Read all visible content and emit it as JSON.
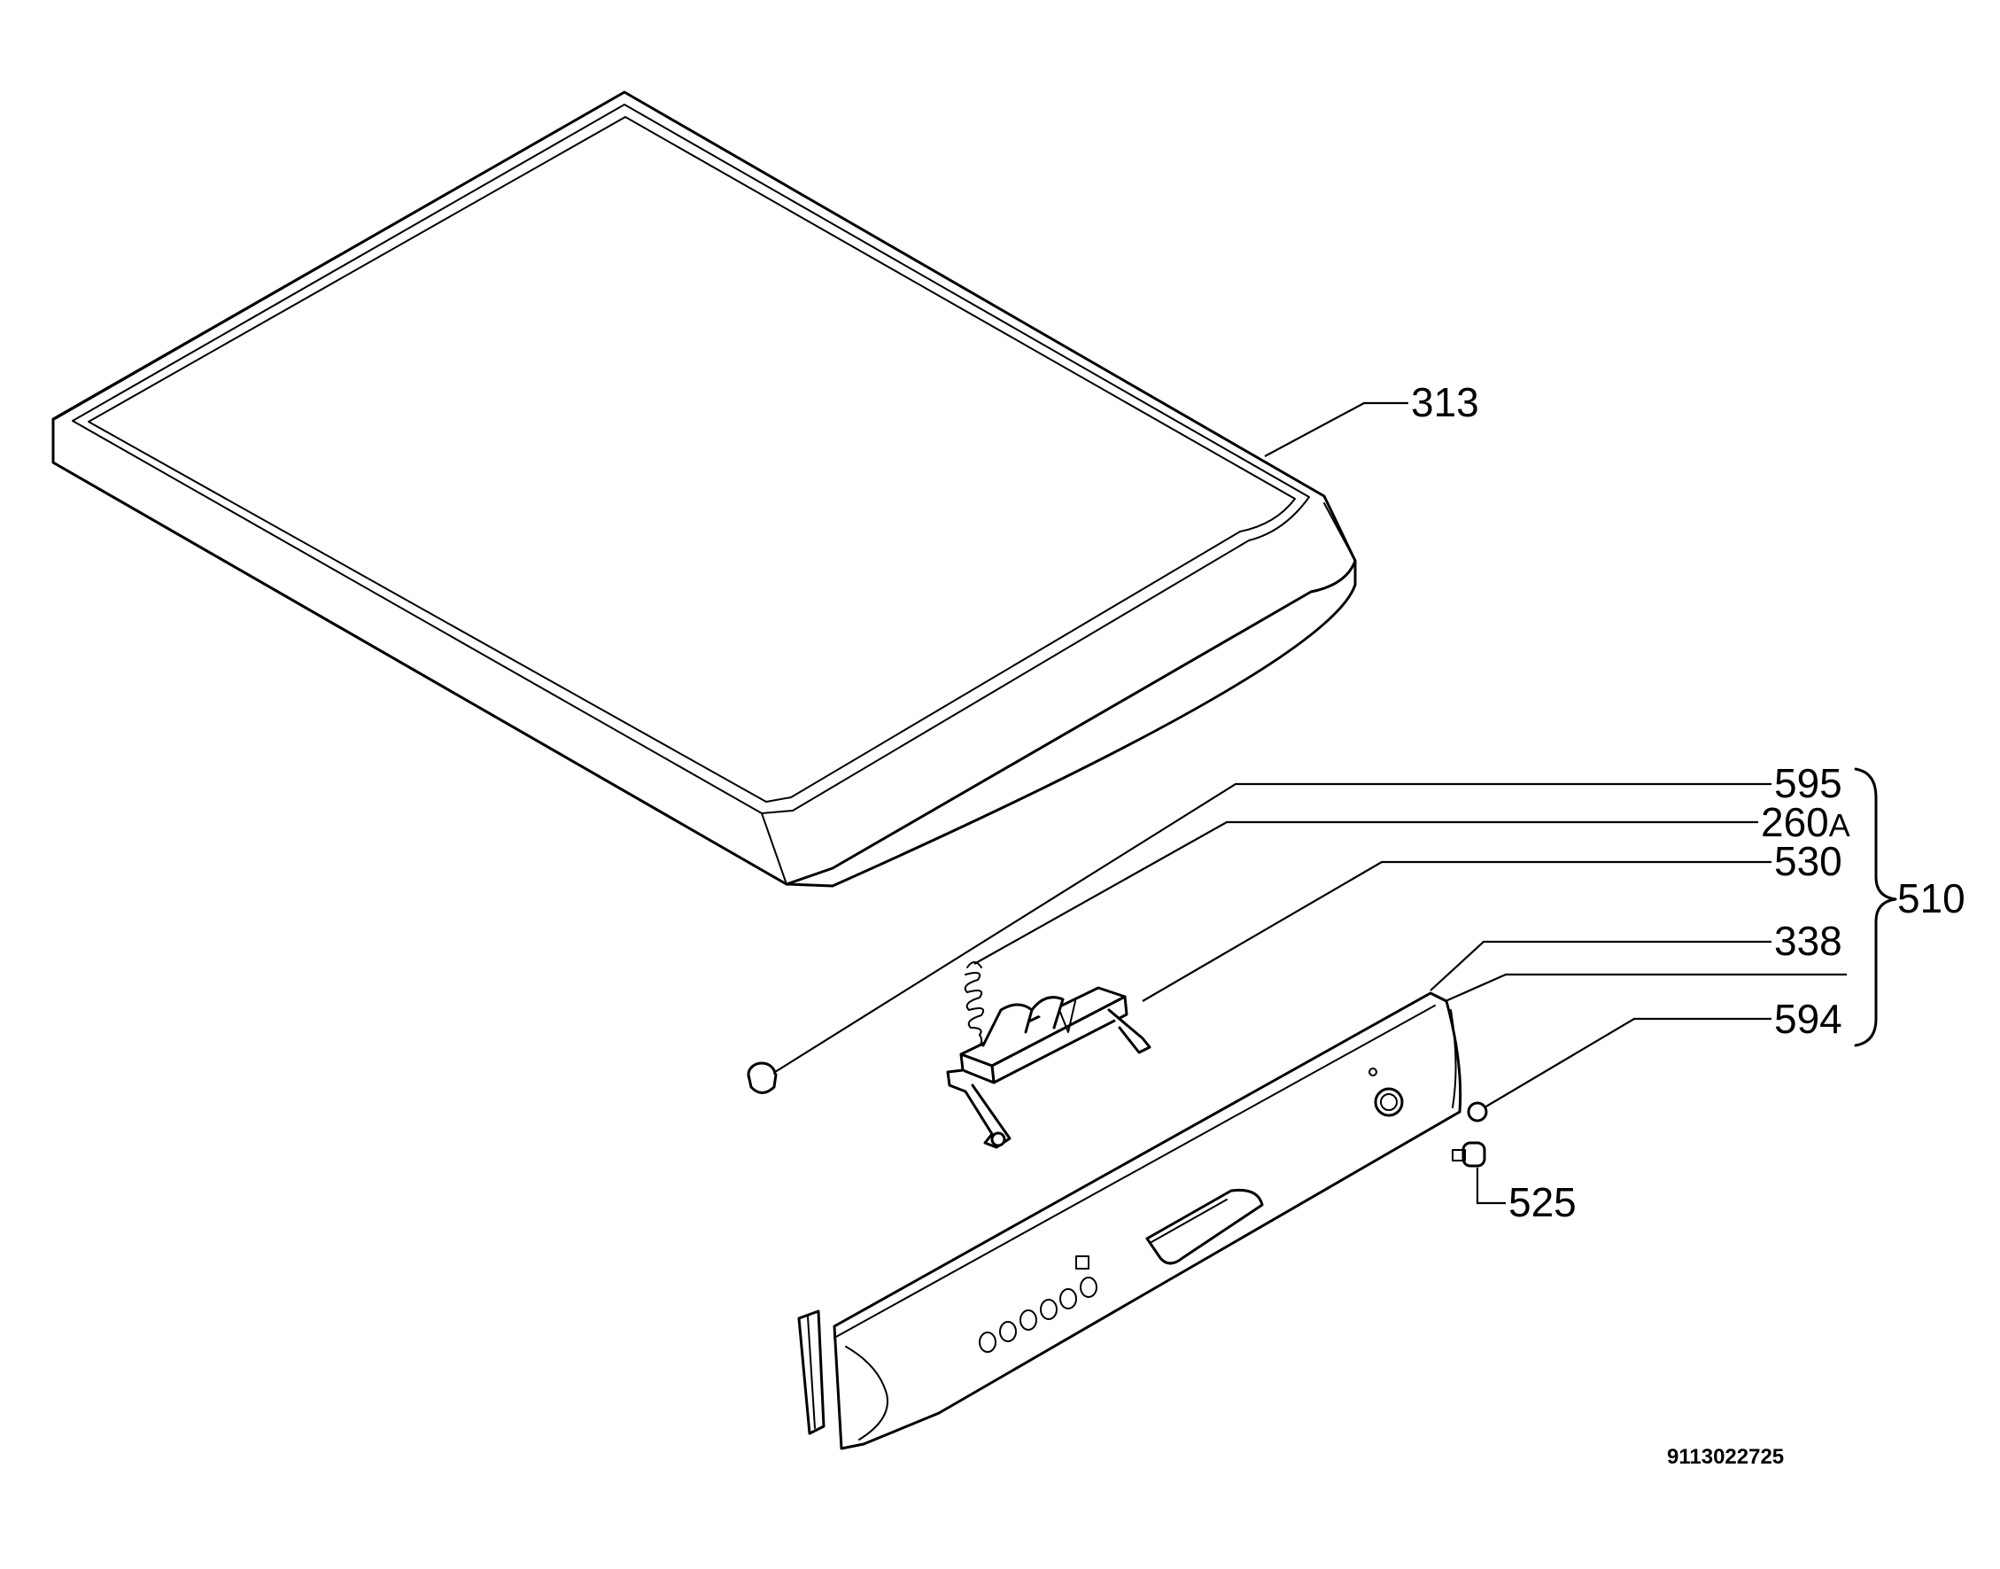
{
  "callouts": {
    "part_313": "313",
    "part_595": "595",
    "part_260_main": "260",
    "part_260_suffix": "A",
    "part_530": "530",
    "part_338": "338",
    "part_594": "594",
    "part_525": "525",
    "assembly_510": "510"
  },
  "drawing_number": "9113022725"
}
